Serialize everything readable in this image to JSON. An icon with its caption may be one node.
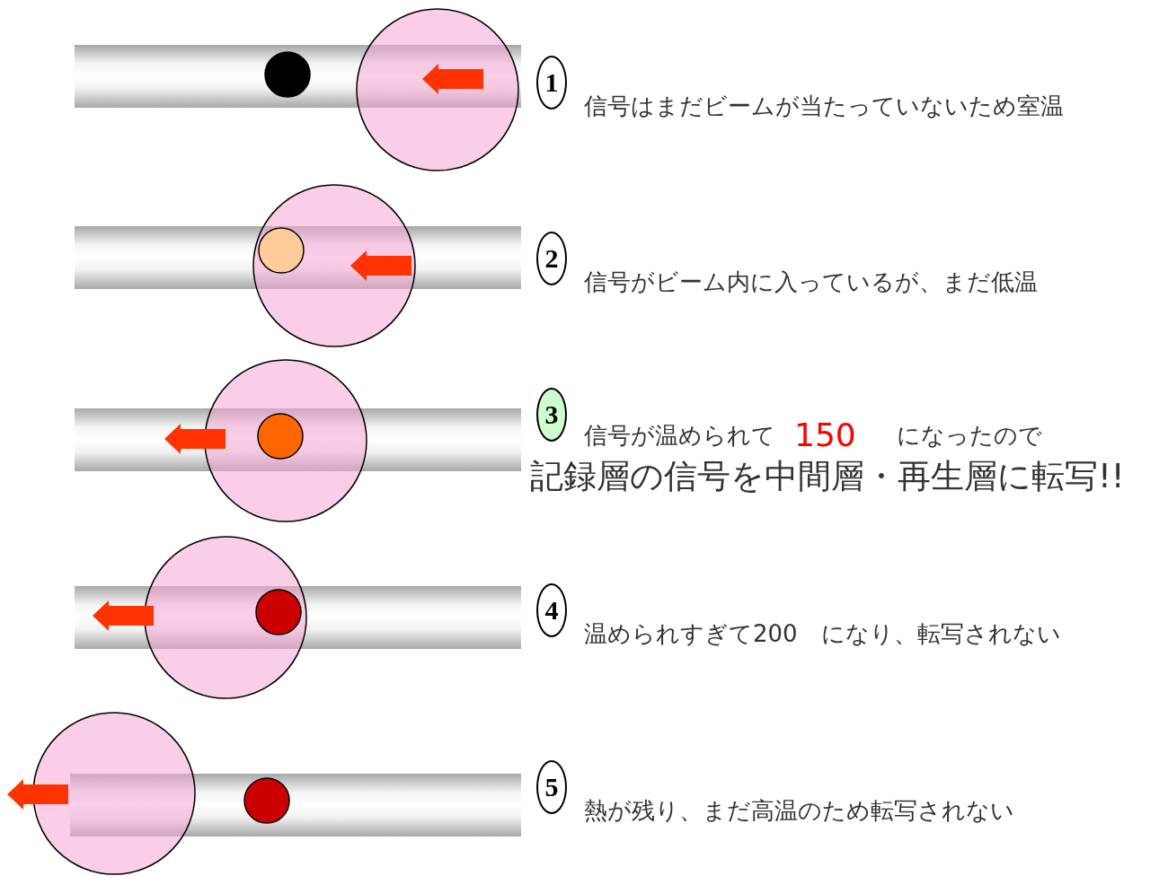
{
  "diagram": {
    "nodes": [
      {
        "text": [
          "1"
        ]
      },
      {
        "text": [
          "2"
        ]
      },
      {
        "text": [
          "3"
        ]
      },
      {
        "text": [
          "4"
        ]
      },
      {
        "text": [
          "5"
        ]
      }
    ],
    "labels": [
      "信号はまだビームが当たっていないため室温",
      "信号がビーム内に入っているが、まだ低温",
      "信号が温められて",
      "150",
      "になったので",
      "記録層の信号を中間層・再生層に転写!!",
      "温められすぎて200　になり、転写されない",
      "熱が残り、まだ高温のため転写されない"
    ]
  }
}
